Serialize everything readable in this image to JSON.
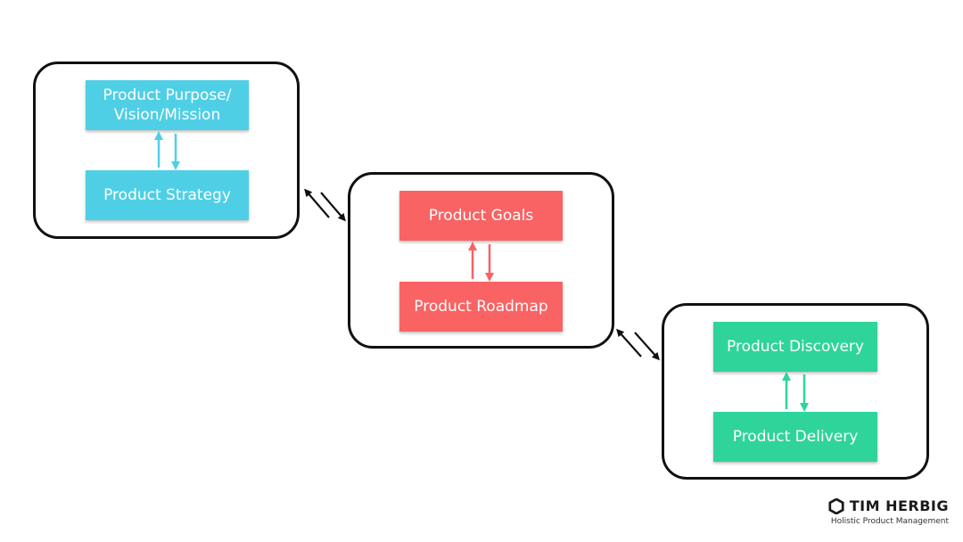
{
  "colors": {
    "blue": "#4fcfe6",
    "red": "#f96364",
    "green": "#2fd49a",
    "connector": "#111111"
  },
  "groups": {
    "strategy": {
      "top_label": "Product Purpose/\nVision/Mission",
      "bottom_label": "Product Strategy"
    },
    "planning": {
      "top_label": "Product Goals",
      "bottom_label": "Product Roadmap"
    },
    "execution": {
      "top_label": "Product Discovery",
      "bottom_label": "Product Delivery"
    }
  },
  "brand": {
    "name": "TIM HERBIG",
    "tagline": "Holistic Product Management",
    "icon": "hexagon-logo-icon"
  }
}
